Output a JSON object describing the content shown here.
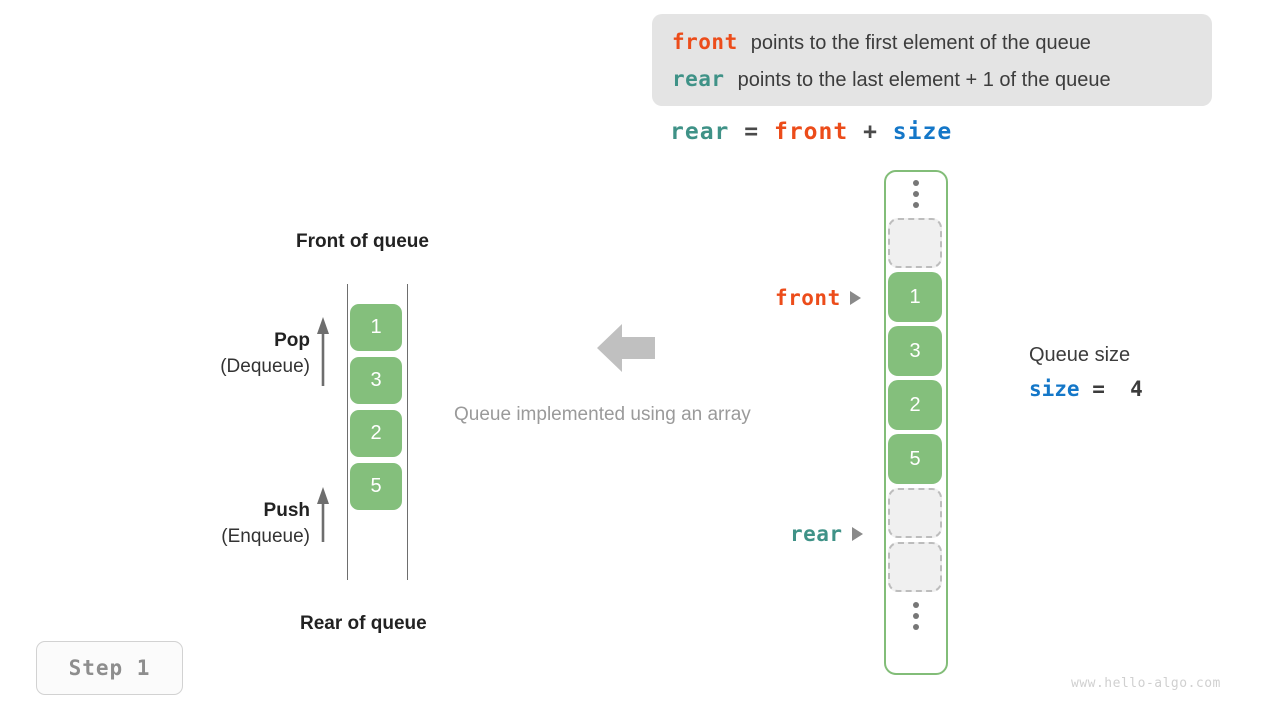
{
  "legend": {
    "lines": [
      {
        "keyword": "front",
        "keyword_color": "#ec4c1a",
        "text": "points to the first element of the queue"
      },
      {
        "keyword": "rear",
        "keyword_color": "#3f9287",
        "text": "points to the last element + 1 of the queue"
      }
    ]
  },
  "formula": {
    "lhs": "rear",
    "eq": "=",
    "rhs1": "front",
    "plus": "+",
    "rhs2": "size"
  },
  "left_panel": {
    "top_title": "Front of queue",
    "bottom_title": "Rear of queue",
    "pop": {
      "title": "Pop",
      "subtitle": "(Dequeue)"
    },
    "push": {
      "title": "Push",
      "subtitle": "(Enqueue)"
    },
    "cells": [
      "1",
      "3",
      "2",
      "5"
    ]
  },
  "middle": {
    "caption": "Queue implemented using an array",
    "arrow_icon": "arrow-left-icon",
    "arrow_color": "#c0c0c0"
  },
  "array": {
    "top_dots": "vertical-ellipsis-icon",
    "bottom_dots": "vertical-ellipsis-icon",
    "cells": [
      {
        "value": "",
        "state": "empty"
      },
      {
        "value": "1",
        "state": "filled"
      },
      {
        "value": "3",
        "state": "filled"
      },
      {
        "value": "2",
        "state": "filled"
      },
      {
        "value": "5",
        "state": "filled"
      },
      {
        "value": "",
        "state": "empty"
      },
      {
        "value": "",
        "state": "empty"
      }
    ],
    "border_color": "#82bd78",
    "filled_color": "#84bf7c"
  },
  "pointers": {
    "front": {
      "label": "front",
      "color": "#ec4c1a"
    },
    "rear": {
      "label": "rear",
      "color": "#3f9287"
    }
  },
  "size_note": {
    "title": "Queue size",
    "var": "size",
    "expr": " =  4"
  },
  "step_badge": {
    "label": "Step 1"
  },
  "watermark": {
    "text": "www.hello-algo.com"
  }
}
